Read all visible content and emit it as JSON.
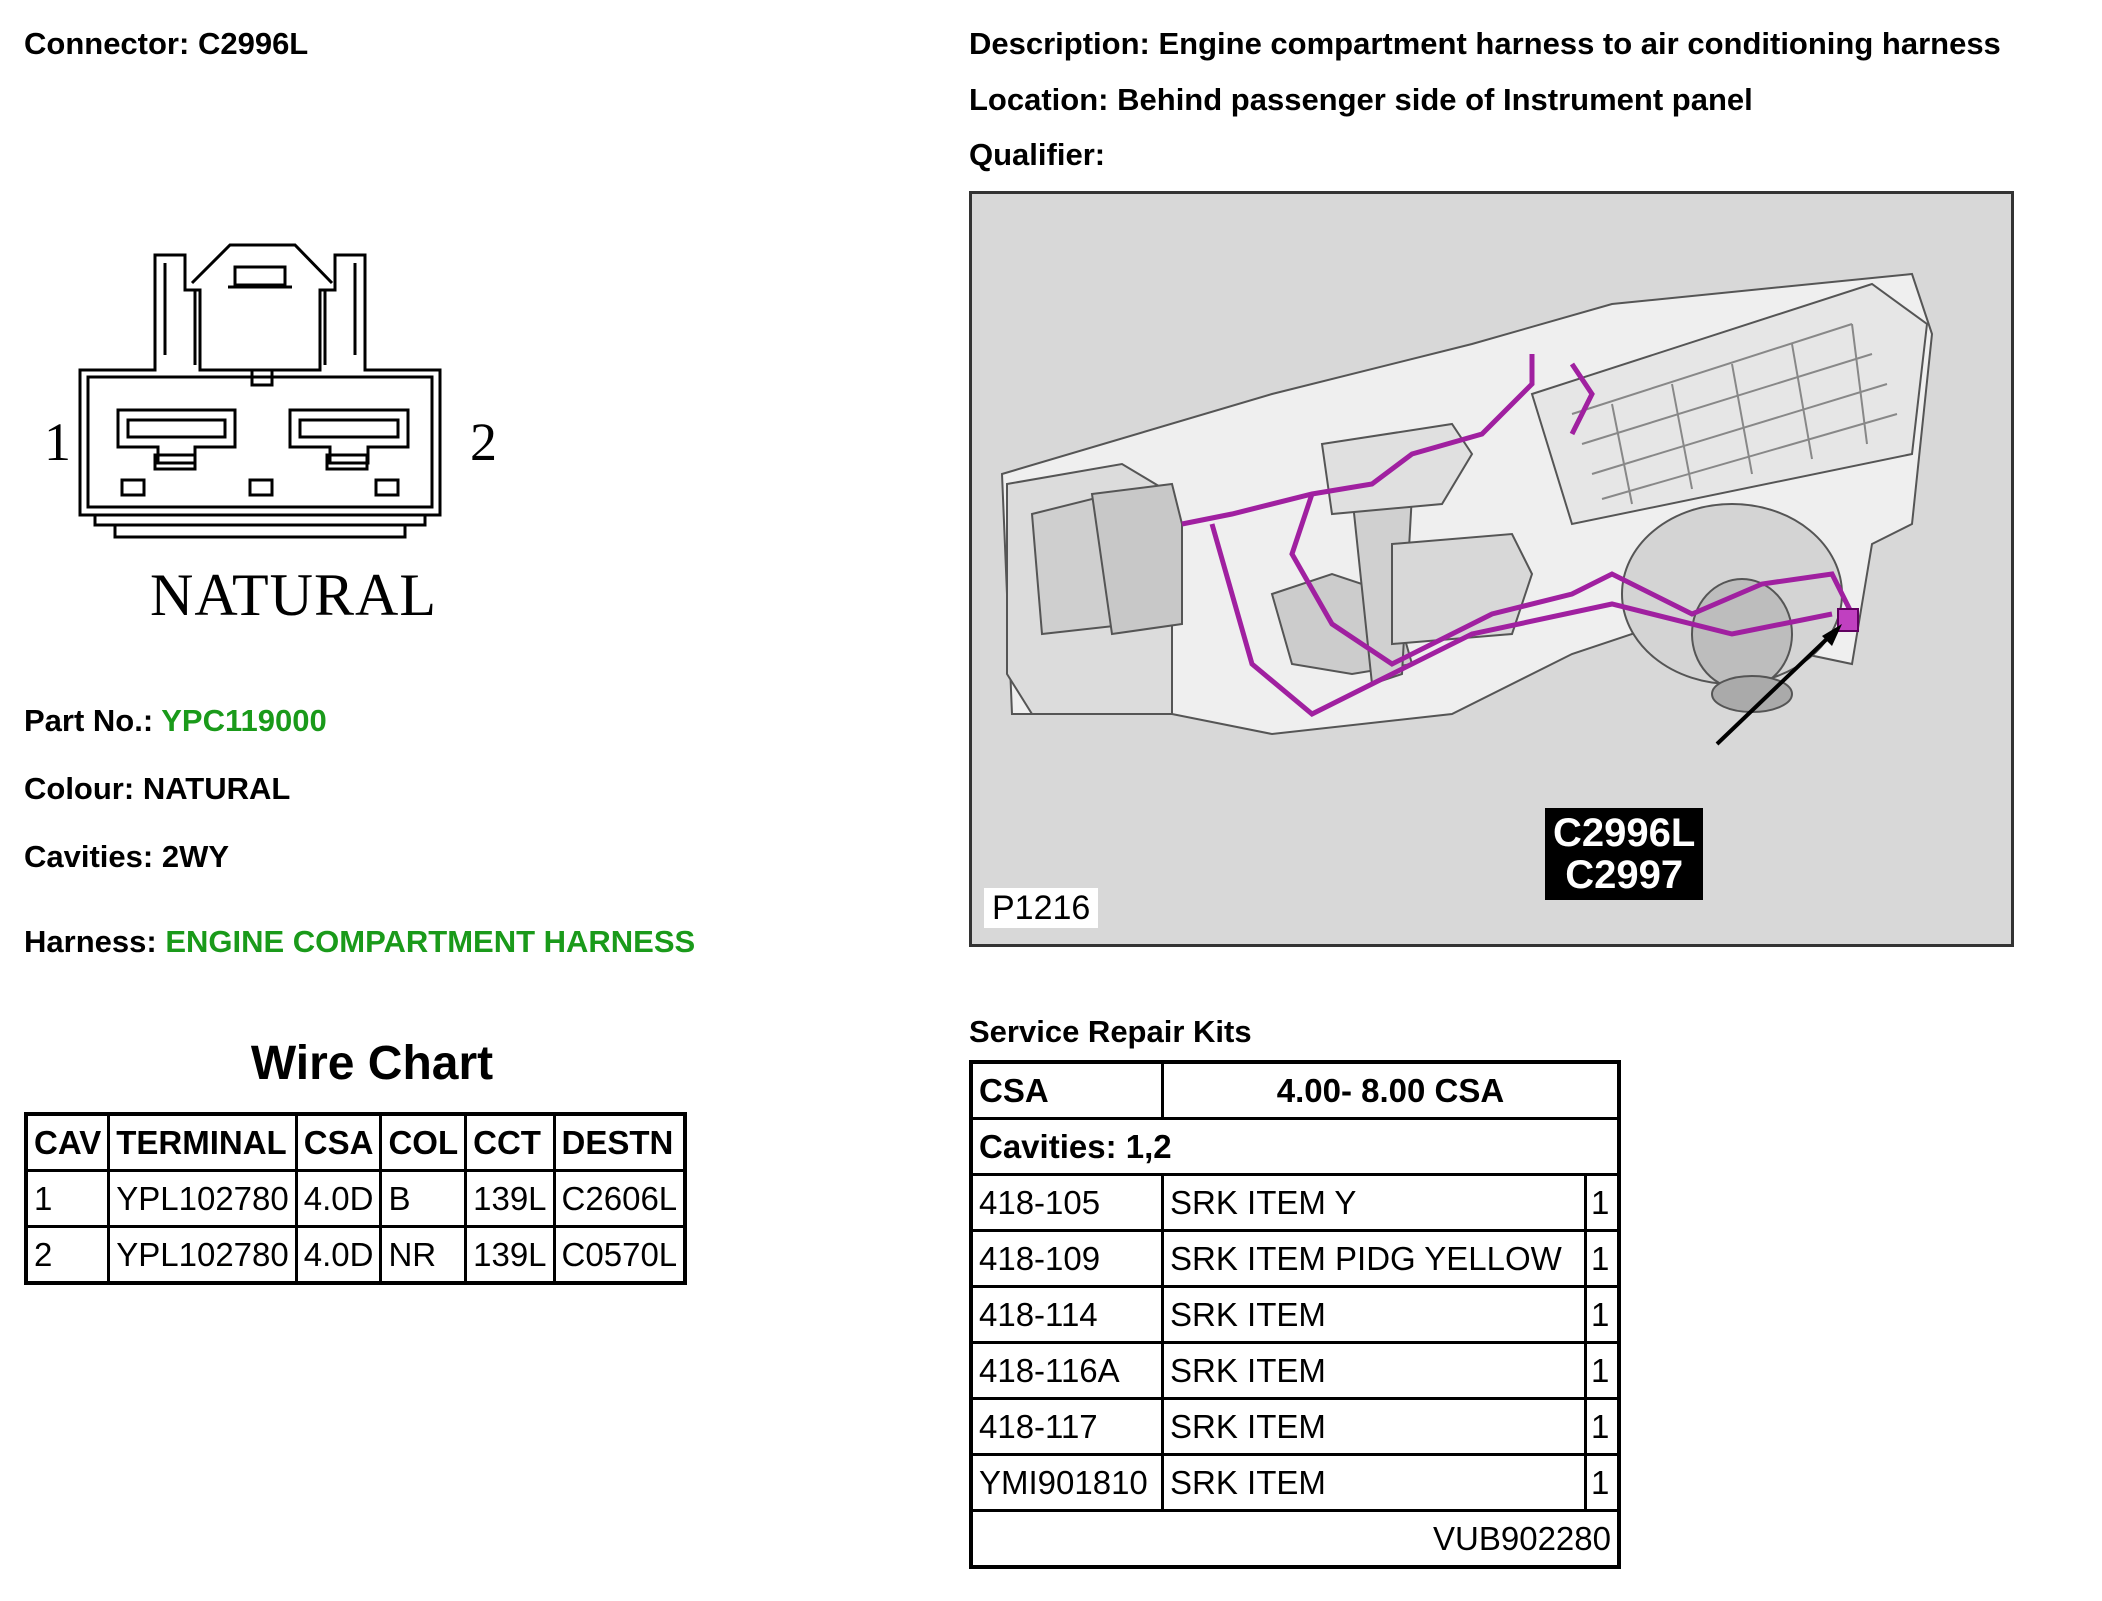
{
  "header": {
    "connector_label": "Connector:",
    "connector_value": "C2996L",
    "description_label": "Description:",
    "description_value": "Engine compartment harness to air conditioning harness",
    "location_label": "Location:",
    "location_value": "Behind passenger side of Instrument panel",
    "qualifier_label": "Qualifier:"
  },
  "connector_drawing": {
    "pin_1": "1",
    "pin_2": "2",
    "colour_text": "NATURAL"
  },
  "info": {
    "part_no_label": "Part No.:",
    "part_no_value": "YPC119000",
    "colour_label": "Colour:",
    "colour_value": "NATURAL",
    "cavities_label": "Cavities:",
    "cavities_value": "2WY",
    "harness_label": "Harness:",
    "harness_value": "ENGINE COMPARTMENT HARNESS"
  },
  "wire_chart": {
    "title": "Wire Chart",
    "columns": [
      "CAV",
      "TERMINAL",
      "CSA",
      "COL",
      "CCT",
      "DESTN"
    ],
    "rows": [
      [
        "1",
        "YPL102780",
        "4.0D",
        "B",
        "139L",
        "C2606L"
      ],
      [
        "2",
        "YPL102780",
        "4.0D",
        "NR",
        "139L",
        "C0570L"
      ]
    ]
  },
  "photo": {
    "callout_line1": "C2996L",
    "callout_line2": "C2997",
    "figure_id": "P1216"
  },
  "service_repair_kits": {
    "title": "Service Repair Kits",
    "csa_label": "CSA",
    "csa_value": "4.00- 8.00 CSA",
    "cavities": "Cavities: 1,2",
    "items": [
      [
        "418-105",
        "SRK ITEM Y",
        "1"
      ],
      [
        "418-109",
        "SRK ITEM PIDG YELLOW",
        "1"
      ],
      [
        "418-114",
        "SRK ITEM",
        "1"
      ],
      [
        "418-116A",
        "SRK ITEM",
        "1"
      ],
      [
        "418-117",
        "SRK ITEM",
        "1"
      ],
      [
        "YMI901810",
        "SRK ITEM",
        "1"
      ]
    ],
    "footer": "VUB902280"
  },
  "colors": {
    "green_value": "#1a9a1a",
    "harness_wire": "#a020a0",
    "panel_bg": "#d8d8d8"
  }
}
